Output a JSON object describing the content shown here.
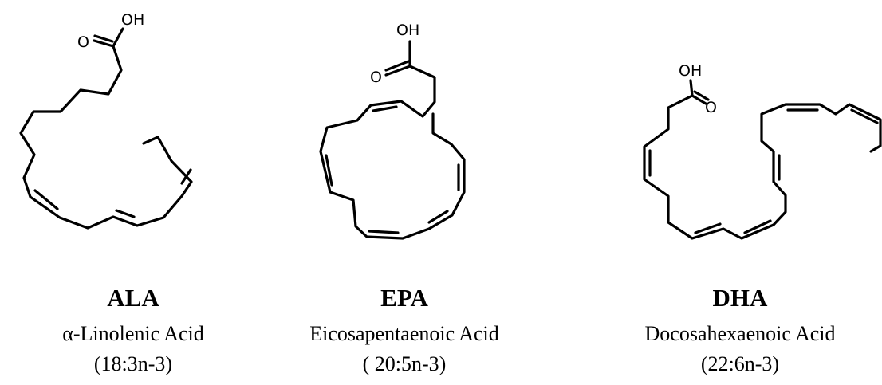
{
  "molecules": [
    {
      "abbreviation": "ALA",
      "name": "α-Linolenic Acid",
      "formula": "(18:3n-3)",
      "atoms": [
        {
          "label": "OH"
        },
        {
          "label": "O"
        }
      ]
    },
    {
      "abbreviation": "EPA",
      "name": "Eicosapentaenoic Acid",
      "formula": "( 20:5n-3)",
      "atoms": [
        {
          "label": "OH"
        },
        {
          "label": "O"
        }
      ]
    },
    {
      "abbreviation": "DHA",
      "name": "Docosahexaenoic Acid",
      "formula": "(22:6n-3)",
      "atoms": [
        {
          "label": "OH"
        },
        {
          "label": "O"
        }
      ]
    }
  ]
}
